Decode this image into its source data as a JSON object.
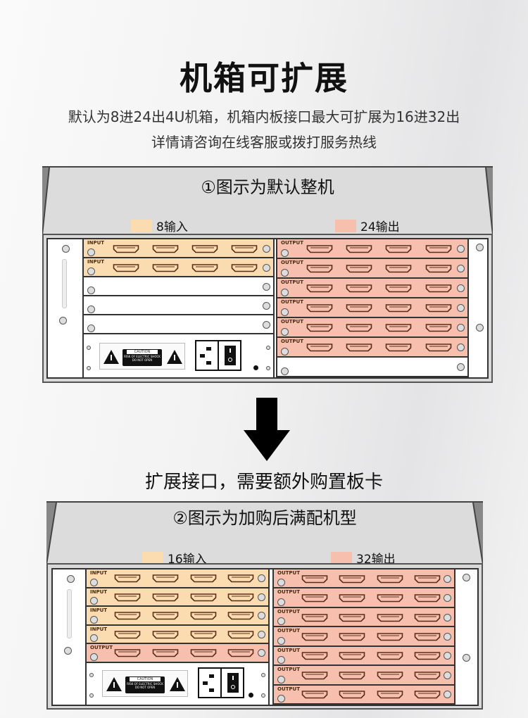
{
  "title": "机箱可扩展",
  "subtitle_1": "默认为8进24出4U机箱，机箱内板接口最大可扩展为16进32出",
  "subtitle_2": "详情请咨询在线客服或拨打服务热线",
  "middle_text": "扩展接口，需要额外购置板卡",
  "colors": {
    "input": "#fbdcb0",
    "output": "#f7bfae"
  },
  "caution": {
    "title": "CAUTION",
    "line1": "RISK OF ELECTRIC SHOCK",
    "line2": "DO NOT OPEN"
  },
  "chassis": [
    {
      "caption": "①图示为默认整机",
      "legend_input": "8输入",
      "legend_output": "24输出",
      "left_cards": [
        "INPUT",
        "INPUT",
        "",
        "",
        ""
      ],
      "right_cards": [
        "OUTPUT",
        "OUTPUT",
        "OUTPUT",
        "OUTPUT",
        "OUTPUT",
        "OUTPUT",
        ""
      ]
    },
    {
      "caption": "②图示为加购后满配机型",
      "legend_input": "16输入",
      "legend_output": "32输出",
      "left_cards": [
        "INPUT",
        "INPUT",
        "INPUT",
        "INPUT",
        "OUTPUT"
      ],
      "right_cards": [
        "OUTPUT",
        "OUTPUT",
        "OUTPUT",
        "OUTPUT",
        "OUTPUT",
        "OUTPUT",
        "OUTPUT"
      ]
    }
  ]
}
